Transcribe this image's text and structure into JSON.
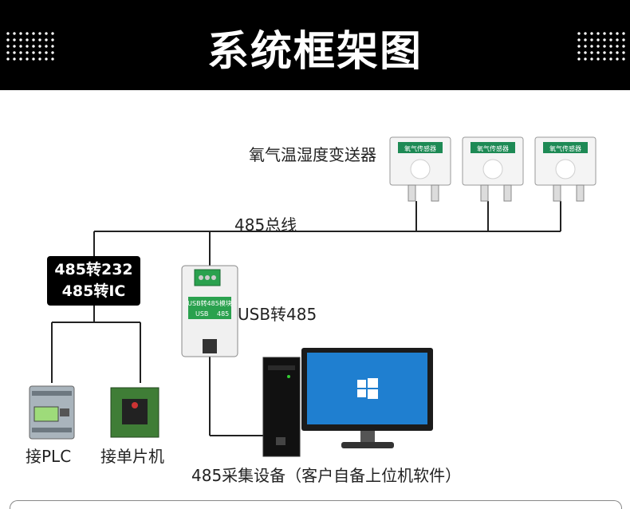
{
  "header": {
    "title": "系统框架图"
  },
  "labels": {
    "sensor_group": "氧气温湿度变送器",
    "sensor_face": "氧气传感器",
    "bus": "485总线",
    "converter_line1": "485转232",
    "converter_line2": "485转IC",
    "usb_module": "USB转485",
    "module_face_title": "USB转485模块",
    "module_face_usb": "USB",
    "module_face_485": "485",
    "plc": "接PLC",
    "mcu": "接单片机",
    "pc": "485采集设备（客户自备上位机软件）"
  },
  "colors": {
    "sensor_band": "#1e8a55",
    "module_green": "#2aa14e",
    "screen_blue": "#1f7fd0"
  }
}
